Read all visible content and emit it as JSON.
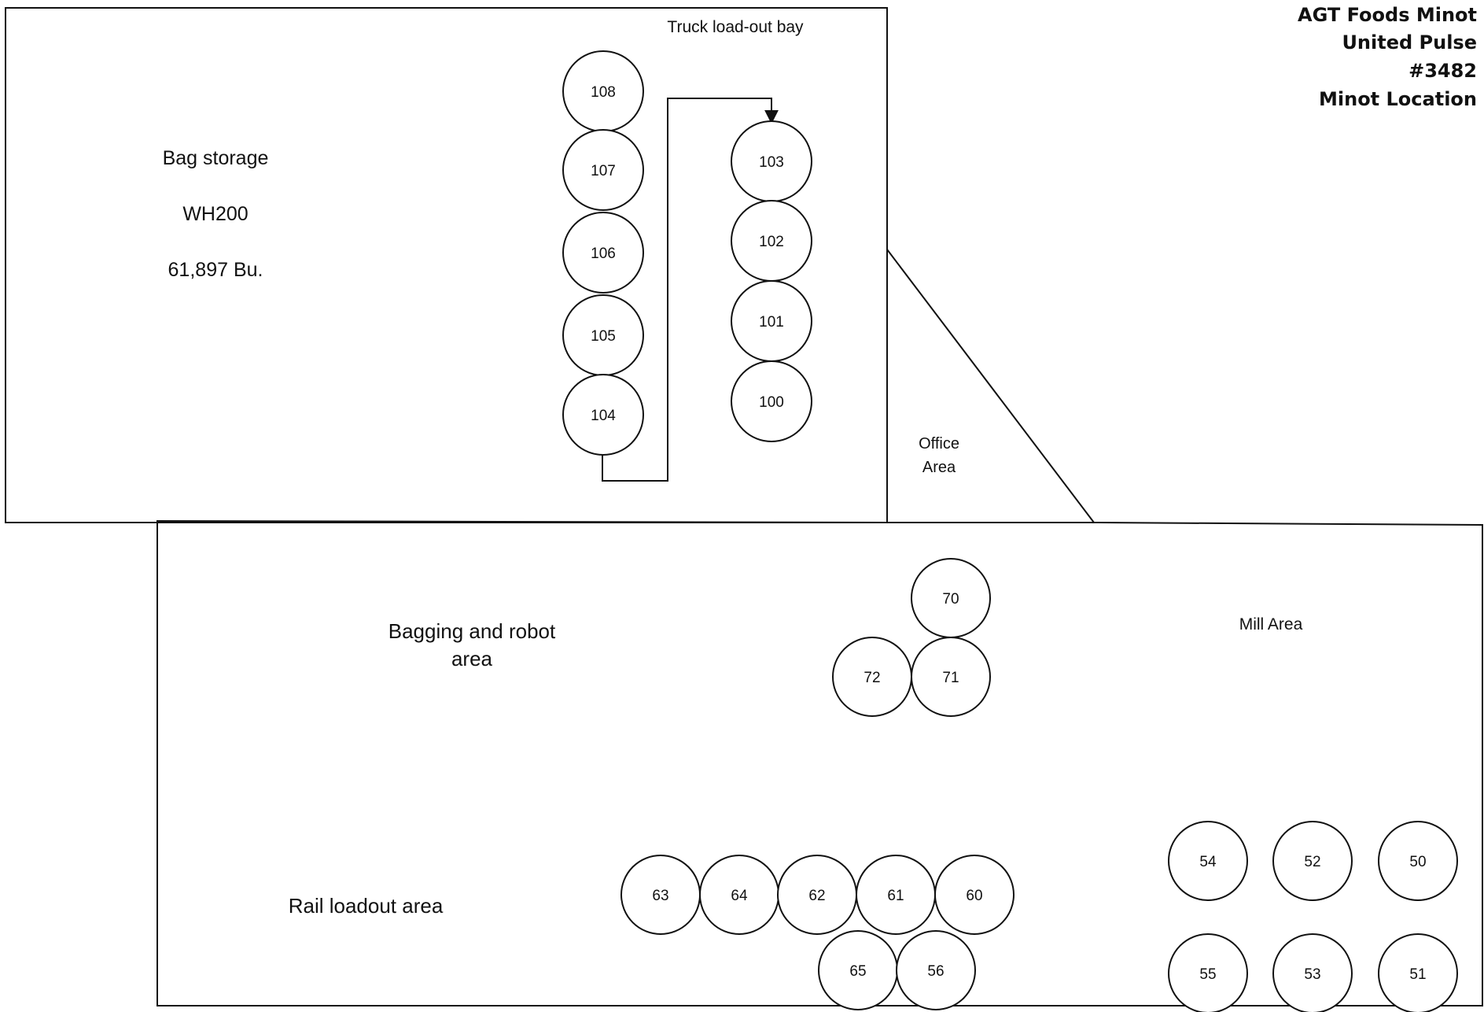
{
  "header": {
    "lines": [
      "AGT Foods Minot",
      "United Pulse",
      "#3482",
      "Minot Location"
    ]
  },
  "warehouse": {
    "area_label": "Bag storage",
    "id_label": "WH200",
    "capacity_label": "61,897 Bu.",
    "truck_bay_label": "Truck load-out bay"
  },
  "office": {
    "line1": "Office",
    "line2": "Area"
  },
  "plant": {
    "bagging_line1": "Bagging and robot",
    "bagging_line2": "area",
    "mill_label": "Mill Area",
    "rail_label": "Rail loadout area"
  },
  "bins": {
    "b108": "108",
    "b107": "107",
    "b106": "106",
    "b105": "105",
    "b104": "104",
    "b103": "103",
    "b102": "102",
    "b101": "101",
    "b100": "100",
    "b70": "70",
    "b71": "71",
    "b72": "72",
    "b63": "63",
    "b64": "64",
    "b62": "62",
    "b61": "61",
    "b60": "60",
    "b65": "65",
    "b56": "56",
    "b54": "54",
    "b52": "52",
    "b50": "50",
    "b55": "55",
    "b53": "53",
    "b51": "51"
  },
  "colors": {
    "line": "#111111",
    "background": "#ffffff"
  }
}
